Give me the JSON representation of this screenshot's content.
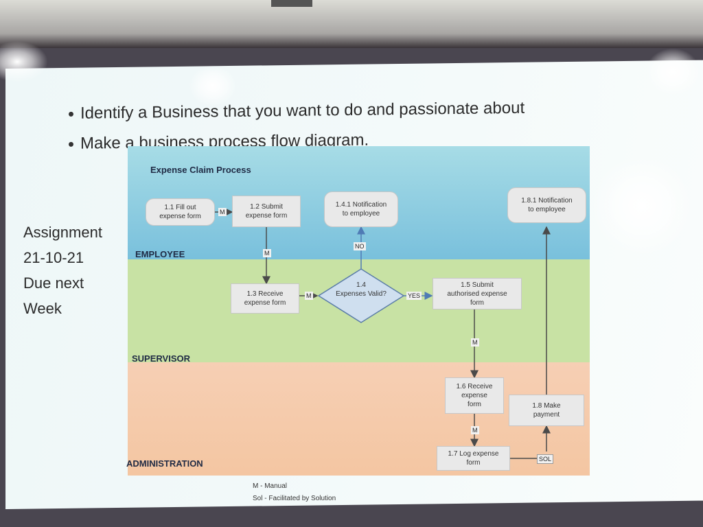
{
  "slide": {
    "bullets": [
      "Identify a Business that you want to do and passionate about",
      "Make a business process flow diagram."
    ],
    "assignment": [
      "Assignment",
      "21-10-21",
      "Due next",
      "Week"
    ]
  },
  "diagram": {
    "title": "Expense Claim Process",
    "lanes": {
      "employee": "EMPLOYEE",
      "supervisor": "SUPERVISOR",
      "administration": "ADMINISTRATION"
    },
    "steps": {
      "s1_1": [
        "1.1 Fill out",
        "expense form"
      ],
      "s1_2": [
        "1.2 Submit",
        "expense form"
      ],
      "s1_3": [
        "1.3 Receive",
        "expense form"
      ],
      "s1_4": [
        "1.4",
        "Expenses Valid?"
      ],
      "s1_4_1": [
        "1.4.1 Notification",
        "to employee"
      ],
      "s1_5": [
        "1.5 Submit",
        "authorised expense",
        "form"
      ],
      "s1_6": [
        "1.6 Receive",
        "expense",
        "form"
      ],
      "s1_7": [
        "1.7 Log expense",
        "form"
      ],
      "s1_8": [
        "1.8 Make",
        "payment"
      ],
      "s1_8_1": [
        "1.8.1 Notification",
        "to employee"
      ]
    },
    "connectors": {
      "m": "M",
      "no": "NO",
      "yes": "YES",
      "sol": "SOL"
    },
    "colors": {
      "arrow": "#4a4a4a",
      "diamond_fill": "#cfdfef",
      "diamond_stroke": "#5b7da8",
      "yes_arrow": "#4f7bb5"
    }
  },
  "legend": [
    "M - Manual",
    "Sol - Facilitated by Solution"
  ]
}
